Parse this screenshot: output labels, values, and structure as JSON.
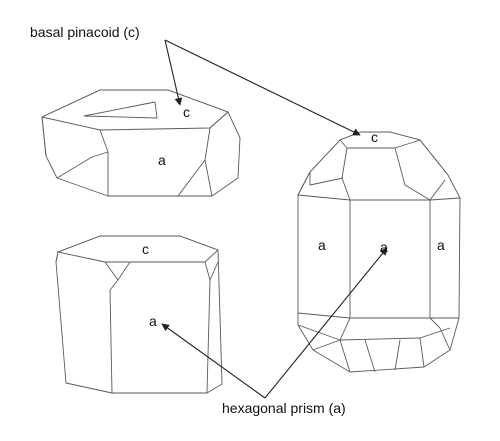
{
  "labels": {
    "basal_pinacoid": "basal pinacoid (c)",
    "hexagonal_prism": "hexagonal prism (a)",
    "crystal_flat": {
      "top_face": "c",
      "side_face": "a"
    },
    "crystal_short": {
      "top_face": "c",
      "front_face": "a"
    },
    "crystal_tall": {
      "top_face": "c",
      "left_face": "a",
      "center_face": "a",
      "right_face": "a"
    }
  },
  "colors": {
    "stroke": "#5a5a5a",
    "leader": "#222222",
    "text": "#111111",
    "background": "#ffffff"
  }
}
